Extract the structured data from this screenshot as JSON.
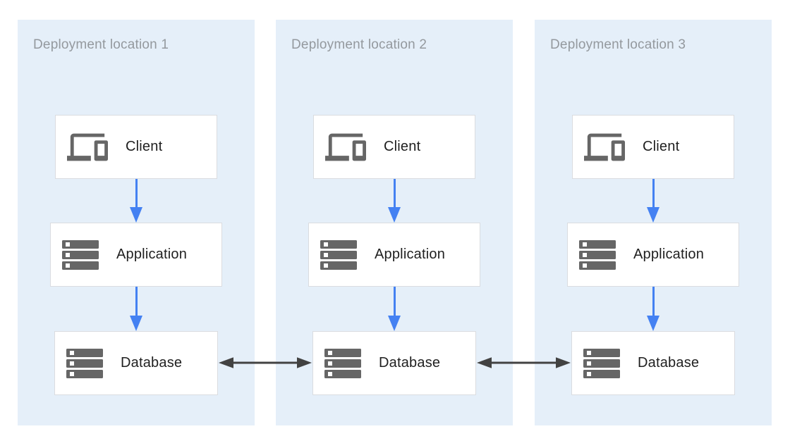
{
  "diagram": {
    "kind": "multi-region deployment architecture",
    "panels": [
      {
        "title": "Deployment location 1",
        "nodes": [
          {
            "label": "Client",
            "icon": "devices-icon"
          },
          {
            "label": "Application",
            "icon": "server-stack-icon"
          },
          {
            "label": "Database",
            "icon": "server-stack-icon"
          }
        ]
      },
      {
        "title": "Deployment location 2",
        "nodes": [
          {
            "label": "Client",
            "icon": "devices-icon"
          },
          {
            "label": "Application",
            "icon": "server-stack-icon"
          },
          {
            "label": "Database",
            "icon": "server-stack-icon"
          }
        ]
      },
      {
        "title": "Deployment location 3",
        "nodes": [
          {
            "label": "Client",
            "icon": "devices-icon"
          },
          {
            "label": "Application",
            "icon": "server-stack-icon"
          },
          {
            "label": "Database",
            "icon": "server-stack-icon"
          }
        ]
      }
    ],
    "edges": {
      "vertical_flow": [
        {
          "from": "Client",
          "to": "Application",
          "style": "one-way blue arrow"
        },
        {
          "from": "Application",
          "to": "Database",
          "style": "one-way blue arrow"
        }
      ],
      "horizontal_replication": [
        {
          "from": "Database (location 1)",
          "to": "Database (location 2)",
          "style": "two-way dark arrow"
        },
        {
          "from": "Database (location 2)",
          "to": "Database (location 3)",
          "style": "two-way dark arrow"
        }
      ]
    },
    "colors": {
      "panel_background": "#E5EFF9",
      "node_background": "#FFFFFF",
      "node_border": "#DADCE0",
      "icon": "#666666",
      "node_label": "#1F1F1F",
      "panel_title": "#94999E",
      "flow_arrow": "#4481F2",
      "replication_arrow": "#424242"
    }
  }
}
